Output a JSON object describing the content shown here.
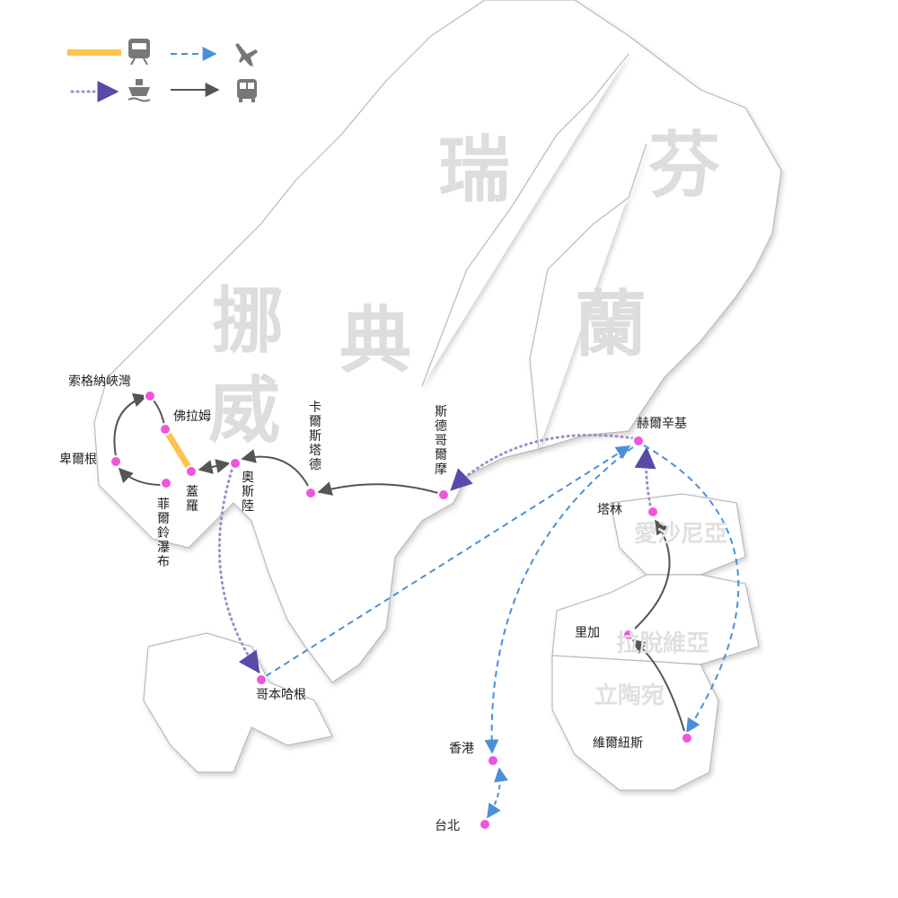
{
  "legend": [
    {
      "mode": "train",
      "icon": "train-icon",
      "color": "#FFC34D"
    },
    {
      "mode": "plane",
      "icon": "plane-icon",
      "color": "#4A90D9"
    },
    {
      "mode": "ferry",
      "icon": "ship-icon",
      "color": "#9A8FCB"
    },
    {
      "mode": "bus",
      "icon": "bus-icon",
      "color": "#555555"
    }
  ],
  "countries": {
    "sweden_1": "瑞",
    "sweden_2": "典",
    "finland_1": "芬",
    "finland_2": "蘭",
    "norway_1": "挪",
    "norway_2": "威",
    "estonia": "愛沙尼亞",
    "latvia": "拉脫維亞",
    "lithuania": "立陶宛"
  },
  "cities": {
    "sognefjord": "索格納峽灣",
    "flam": "佛拉姆",
    "bergen": "卑爾根",
    "voringsfossen": "菲爾鈴瀑布",
    "geilo": "蓋羅",
    "oslo": "奧斯陸",
    "karlstad": "卡爾斯塔德",
    "stockholm": "斯德哥爾摩",
    "helsinki": "赫爾辛基",
    "tallinn": "塔林",
    "riga": "里加",
    "vilnius": "維爾紐斯",
    "copenhagen": "哥本哈根",
    "hongkong": "香港",
    "taipei": "台北"
  },
  "colors": {
    "city_dot": "#EE55DD",
    "train": "#FFC34D",
    "plane": "#4A90D9",
    "ferry": "#9A8FCB",
    "bus": "#555555"
  }
}
